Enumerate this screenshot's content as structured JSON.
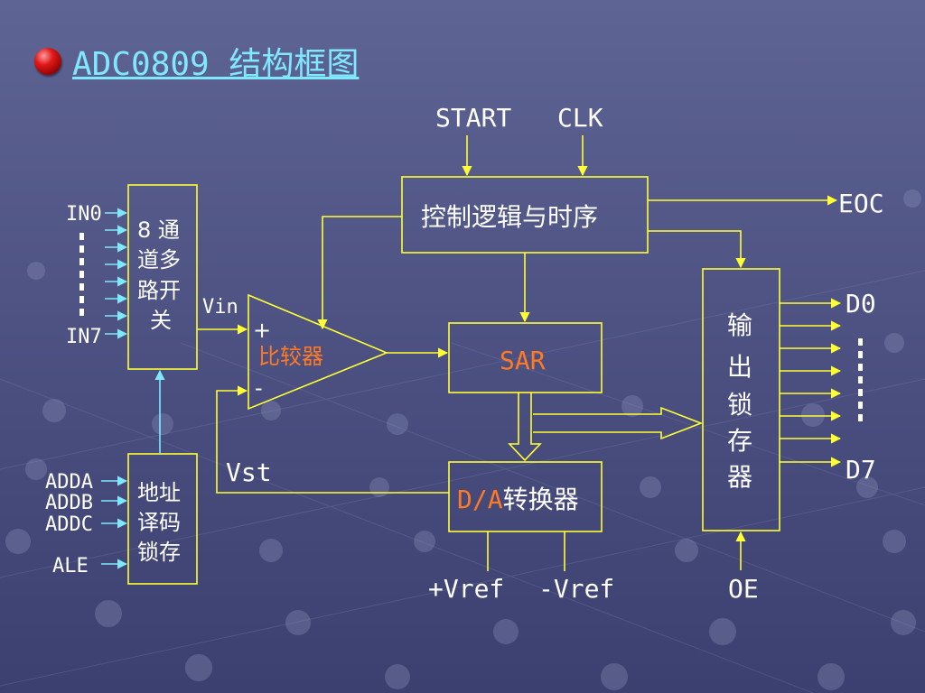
{
  "slide": {
    "title": "ADC0809 结构框图"
  },
  "diagram": {
    "inputs": {
      "start": "START",
      "clk": "CLK",
      "in0": "IN0",
      "in7": "IN7",
      "vin": "Vin",
      "vst": "Vst",
      "adda": "ADDA",
      "addb": "ADDB",
      "addc": "ADDC",
      "ale": "ALE",
      "vref_pos": "+Vref",
      "vref_neg": "-Vref",
      "oe": "OE"
    },
    "outputs": {
      "eoc": "EOC",
      "d0": "D0",
      "d7": "D7"
    },
    "blocks": {
      "control": "控制逻辑与时序",
      "mux_l1": "8 通",
      "mux_l2": "道多",
      "mux_l3": "路开",
      "mux_l4": "关",
      "addr_l1": "地址",
      "addr_l2": "译码",
      "addr_l3": "锁存",
      "comparator": "比较器",
      "comp_plus": "+",
      "comp_minus": "-",
      "sar": "SAR",
      "da_prefix": "D/A",
      "da_suffix": "转换器",
      "latch_l1": "输",
      "latch_l2": "出",
      "latch_l3": "锁",
      "latch_l4": "存",
      "latch_l5": "器"
    },
    "colors": {
      "line": "#ffff33",
      "highlight_text": "#ff7a22",
      "text": "#ffffff",
      "title": "#7fe8ff"
    }
  }
}
